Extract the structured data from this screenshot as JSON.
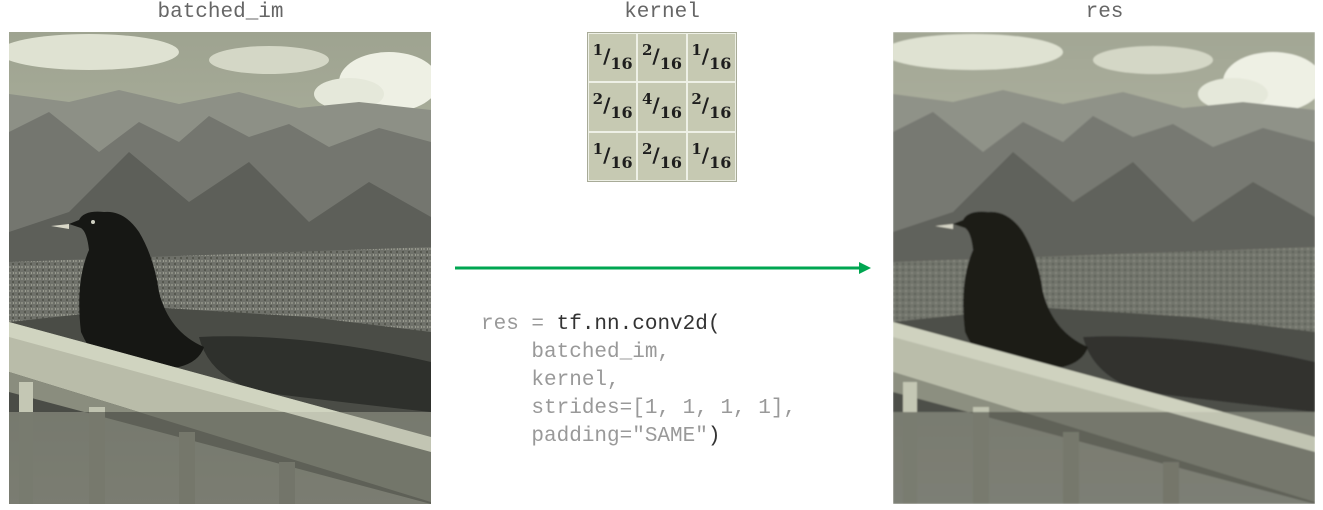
{
  "labels": {
    "left": "batched_im",
    "kernel": "kernel",
    "right": "res"
  },
  "kernel": {
    "cells": [
      {
        "num": "1",
        "den": "16"
      },
      {
        "num": "2",
        "den": "16"
      },
      {
        "num": "1",
        "den": "16"
      },
      {
        "num": "2",
        "den": "16"
      },
      {
        "num": "4",
        "den": "16"
      },
      {
        "num": "2",
        "den": "16"
      },
      {
        "num": "1",
        "den": "16"
      },
      {
        "num": "2",
        "den": "16"
      },
      {
        "num": "1",
        "den": "16"
      }
    ]
  },
  "code": {
    "line1_var": "res = ",
    "line1_call": "tf.nn.conv2d(",
    "line2": "    batched_im,",
    "line3": "    kernel,",
    "line4": "    strides=[1, 1, 1, 1],",
    "line5_arg": "    padding=\"SAME\"",
    "line5_close": ")"
  },
  "colors": {
    "arrow": "#00a651",
    "kernel_bg": "#c6c9b2",
    "label": "#666666"
  },
  "icons": {
    "left_photo": "crow-on-railing-mountain-photo",
    "right_photo": "crow-on-railing-mountain-photo-blurred"
  }
}
